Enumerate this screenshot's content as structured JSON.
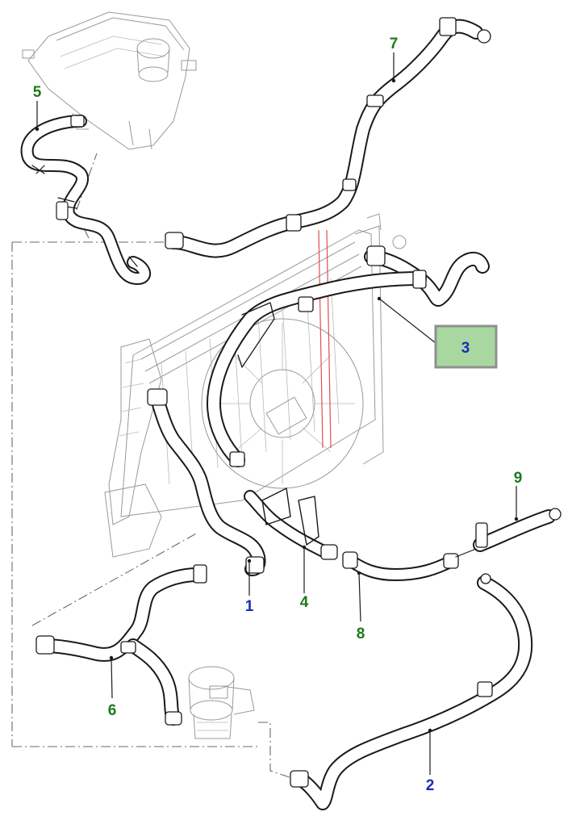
{
  "callouts": [
    {
      "id": "1",
      "color": "blue"
    },
    {
      "id": "2",
      "color": "blue"
    },
    {
      "id": "3",
      "color": "blue",
      "highlighted": true
    },
    {
      "id": "4",
      "color": "green"
    },
    {
      "id": "5",
      "color": "green"
    },
    {
      "id": "6",
      "color": "green"
    },
    {
      "id": "7",
      "color": "green"
    },
    {
      "id": "8",
      "color": "green"
    },
    {
      "id": "9",
      "color": "green"
    }
  ],
  "colors": {
    "blue_label": "#1a2fb0",
    "green_label": "#1e7a1e",
    "highlight_fill": "#a8d8a0",
    "highlight_border": "#8f8f8f",
    "linework": "#1a1a1a",
    "background_parts": "#9a9a9a"
  }
}
